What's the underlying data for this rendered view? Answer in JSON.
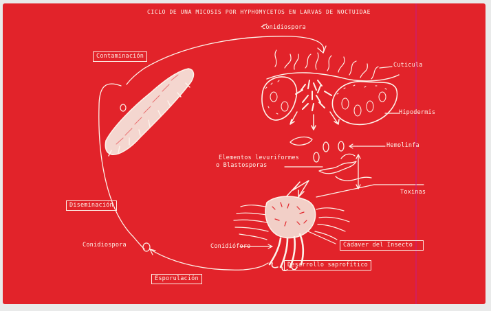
{
  "diagram": {
    "title": "CICLO DE UNA MICOSIS POR HYPHOMYCETOS EN LARVAS DE NOCTUIDAE",
    "stages": {
      "contaminacion": "Contaminación",
      "diseminacion": "Diseminación",
      "esporulacion": "Esporulación",
      "desarrollo": "Desarrollo saprofítico",
      "cadaver": "Cádaver del Insecto"
    },
    "labels": {
      "conidiospora_top": "Conidiospora",
      "cuticula": "Cuticula",
      "hipodermis": "Hipodermis",
      "hemolinfa": "Hemolinfa",
      "elementos_line1": "Elementos levuriformes",
      "elementos_line2": "o Blastosporas",
      "toxinas": "Toxinas",
      "conidiospora_left": "Conidiospora",
      "conidioforo": "Conidióforo"
    },
    "colors": {
      "background": "#e2232a",
      "ink": "#fdf3ea",
      "frame": "#e9eaea"
    }
  }
}
